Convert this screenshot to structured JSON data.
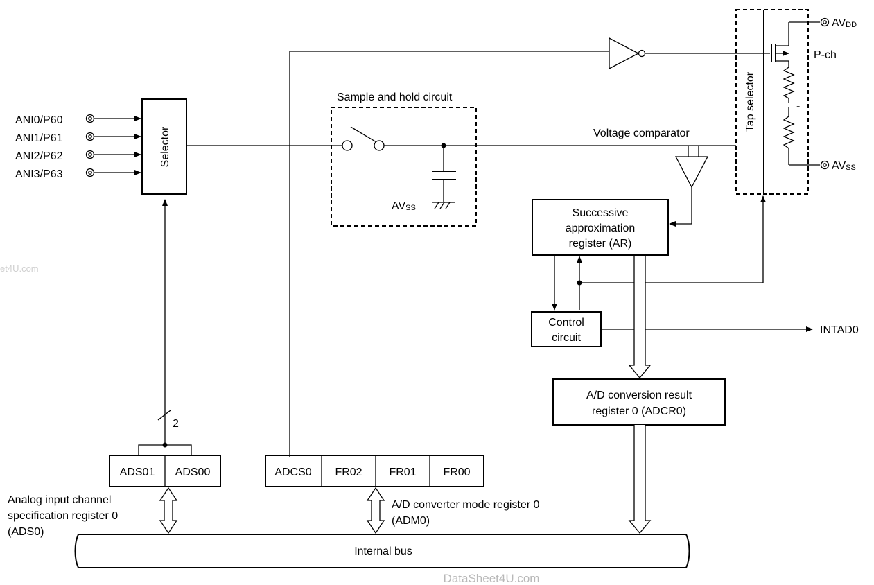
{
  "inputs": {
    "ani0": "ANI0/P60",
    "ani1": "ANI1/P61",
    "ani2": "ANI2/P62",
    "ani3": "ANI3/P63"
  },
  "selector": {
    "label": "Selector"
  },
  "sample_hold": {
    "title": "Sample and hold circuit",
    "avss_main": "AV",
    "avss_sub": "SS"
  },
  "comparator": {
    "label": "Voltage comparator"
  },
  "tap_selector": {
    "label": "Tap selector"
  },
  "supply": {
    "avdd_main": "AV",
    "avdd_sub": "DD",
    "avss_main": "AV",
    "avss_sub": "SS",
    "pch": "P-ch",
    "dash": "-"
  },
  "sar": {
    "line1": "Successive",
    "line2": "approximation",
    "line3": "register (AR)"
  },
  "control": {
    "line1": "Control",
    "line2": "circuit"
  },
  "intad": {
    "label": "INTAD0"
  },
  "adcr": {
    "line1": "A/D conversion result",
    "line2": "register 0 (ADCR0)"
  },
  "ads0": {
    "bits": [
      "ADS01",
      "ADS00"
    ],
    "bus_width": "2",
    "caption_line1": "Analog input channel",
    "caption_line2": "specification register 0",
    "caption_line3": "(ADS0)"
  },
  "adm0": {
    "bits": [
      "ADCS0",
      "FR02",
      "FR01",
      "FR00"
    ],
    "caption_line1": "A/D converter mode register 0",
    "caption_line2": "(ADM0)"
  },
  "bus": {
    "label": "Internal bus"
  },
  "watermarks": {
    "bottom": "DataSheet4U.com",
    "left": "et4U.com"
  }
}
